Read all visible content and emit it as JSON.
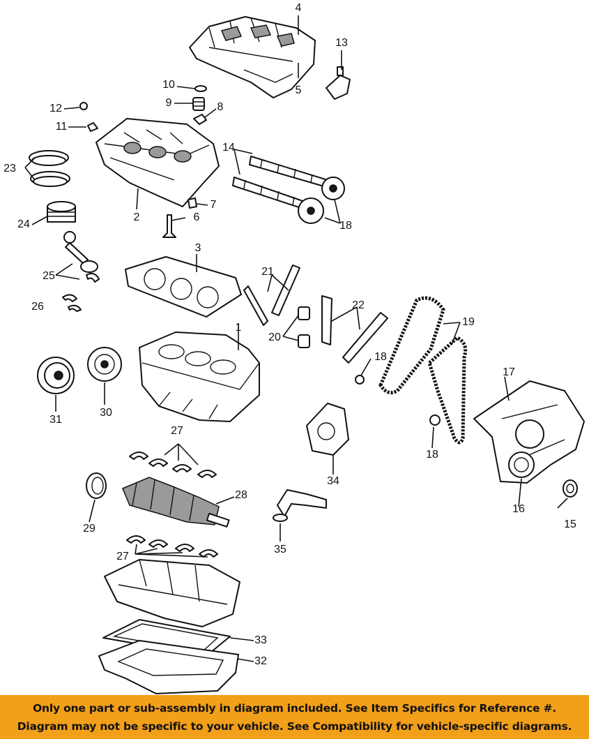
{
  "diagram": {
    "callouts": [
      "1",
      "2",
      "3",
      "4",
      "5",
      "6",
      "7",
      "8",
      "9",
      "10",
      "11",
      "12",
      "13",
      "14",
      "15",
      "16",
      "17",
      "18",
      "18",
      "18",
      "19",
      "20",
      "21",
      "22",
      "23",
      "24",
      "25",
      "26",
      "27",
      "27",
      "28",
      "29",
      "30",
      "31",
      "32",
      "33",
      "34",
      "35"
    ]
  },
  "footer": {
    "line1": "Only one part or sub-assembly in diagram included. See Item Specifics for Reference #.",
    "line2": "Diagram may not be specific to your vehicle. See Compatibility for vehicle-specific diagrams."
  }
}
